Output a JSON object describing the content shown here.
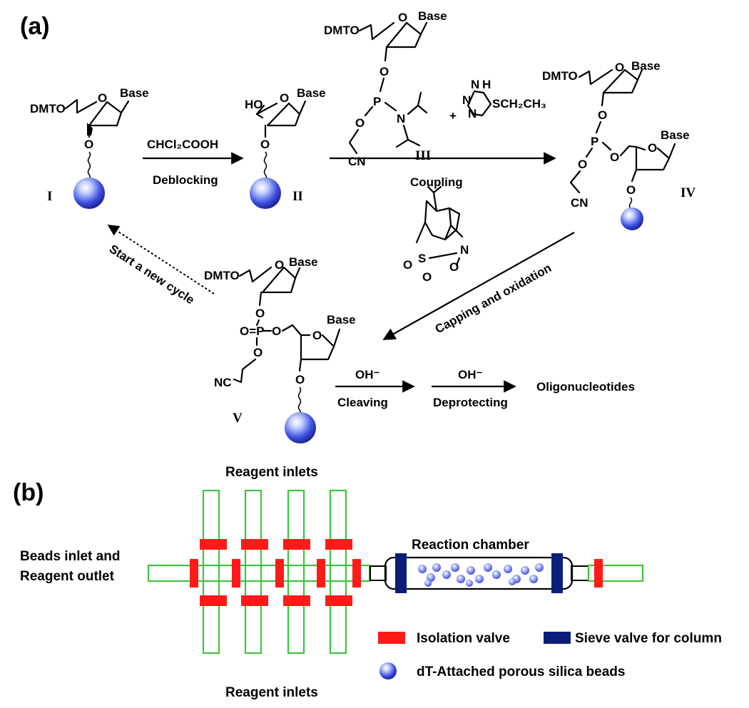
{
  "panels": {
    "a": "(a)",
    "b": "(b)"
  },
  "compounds": {
    "I": "I",
    "II": "II",
    "III": "III",
    "IV": "IV",
    "V": "V"
  },
  "atoms": {
    "dmto": "DMTO",
    "ho": "HO",
    "base": "Base",
    "o": "O",
    "p": "P",
    "n": "N",
    "cn": "CN",
    "nc": "NC",
    "op": "O=P",
    "tetrazole_sub": "SCH₂CH₃",
    "tetrazole_nh": "H",
    "plus": "+",
    "oxaz_s": "S",
    "oxaz_n": "N"
  },
  "reactions": {
    "deblock_reagent": "CHCl₂COOH",
    "deblock_label": "Deblocking",
    "coupling_label": "Coupling",
    "capping_label": "Capping and oxidation",
    "new_cycle_label": "Start a new cycle",
    "oh": "OH⁻",
    "cleaving_label": "Cleaving",
    "deprotecting_label": "Deprotecting",
    "product": "Oligonucleotides"
  },
  "device": {
    "reagent_inlets_top": "Reagent inlets",
    "reagent_inlets_bottom": "Reagent inlets",
    "beads_inlet_line1": "Beads inlet and",
    "beads_inlet_line2": "Reagent outlet",
    "reaction_chamber": "Reaction chamber"
  },
  "legend": {
    "isolation_valve": "Isolation valve",
    "sieve_valve": "Sieve valve for column",
    "beads": "dT-Attached porous silica beads"
  },
  "colors": {
    "isolation_valve": "#ff1a1a",
    "sieve_valve": "#0b1f7a",
    "channel": "#3ec53e",
    "bead": "#4a55f0"
  }
}
